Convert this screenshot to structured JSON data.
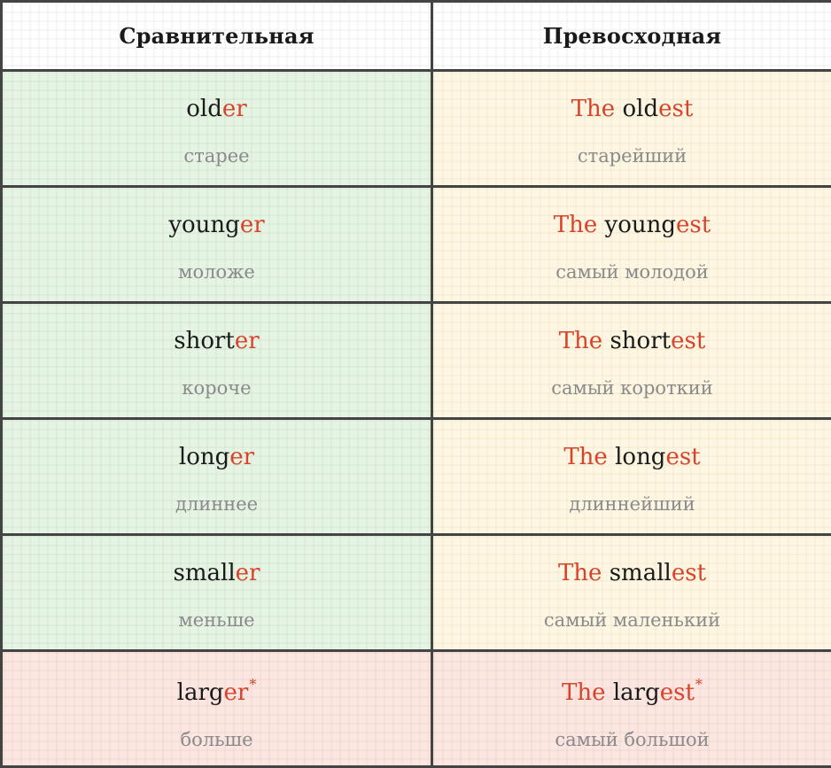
{
  "headers": {
    "comparative": "Сравнительная",
    "superlative": "Превосходная"
  },
  "colors": {
    "green_bg": "#e6f4e4",
    "yellow_bg": "#fdf6e3",
    "pink_bg": "#fbe6e1",
    "suffix_red": "#d9432a",
    "translation_gray": "#8a8a8a",
    "border": "#444444"
  },
  "rows": [
    {
      "comparative": {
        "stem": "old",
        "suffix": "er",
        "star": "",
        "translation": "старее"
      },
      "superlative": {
        "article": "The",
        "stem": "old",
        "suffix": "est",
        "star": "",
        "translation": "старейший"
      }
    },
    {
      "comparative": {
        "stem": "young",
        "suffix": "er",
        "star": "",
        "translation": "моложе"
      },
      "superlative": {
        "article": "The",
        "stem": "young",
        "suffix": "est",
        "star": "",
        "translation": "самый молодой"
      }
    },
    {
      "comparative": {
        "stem": "short",
        "suffix": "er",
        "star": "",
        "translation": "короче"
      },
      "superlative": {
        "article": "The",
        "stem": "short",
        "suffix": "est",
        "star": "",
        "translation": "самый короткий"
      }
    },
    {
      "comparative": {
        "stem": "long",
        "suffix": "er",
        "star": "",
        "translation": "длиннее"
      },
      "superlative": {
        "article": "The",
        "stem": "long",
        "suffix": "est",
        "star": "",
        "translation": "длиннейший"
      }
    },
    {
      "comparative": {
        "stem": "small",
        "suffix": "er",
        "star": "",
        "translation": "меньше"
      },
      "superlative": {
        "article": "The",
        "stem": "small",
        "suffix": "est",
        "star": "",
        "translation": "самый маленький"
      }
    },
    {
      "comparative": {
        "stem": "larg",
        "suffix": "er",
        "star": "*",
        "translation": "больше"
      },
      "superlative": {
        "article": "The",
        "stem": "larg",
        "suffix": "est",
        "star": "*",
        "translation": "самый большой"
      }
    }
  ]
}
